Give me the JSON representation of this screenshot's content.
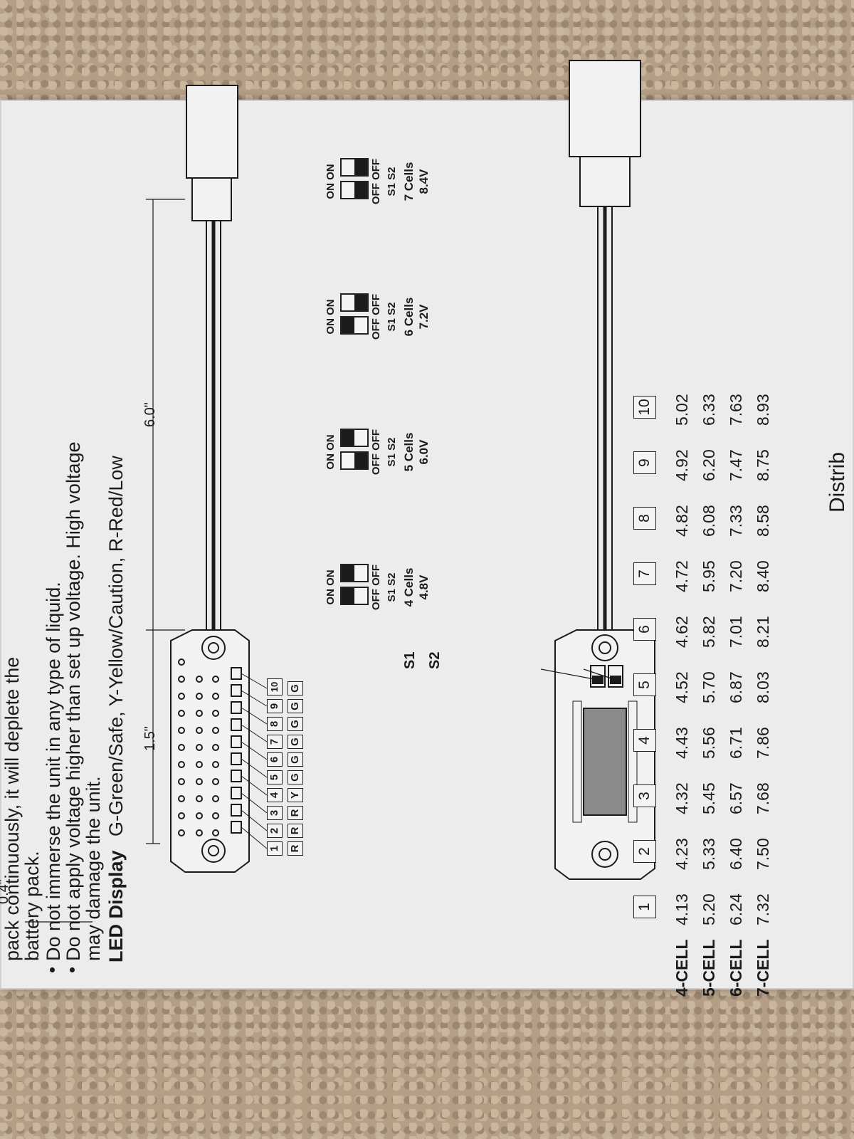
{
  "warnings": {
    "line0": "pack continuously, it will deplete the",
    "line1": "battery pack.",
    "line2": "Do not immerse the unit in any type of liquid.",
    "line3a": "Do not apply voltage higher than set up voltage. High voltage",
    "line3b": "may damage the unit."
  },
  "led_display": {
    "title": "LED Display",
    "legend": "G-Green/Safe, Y-Yellow/Caution, R-Red/Low"
  },
  "dimensions": {
    "width_short": "0.4\"",
    "led_length": "1.5\"",
    "total_length": "6.0\""
  },
  "leds": {
    "numbers": [
      "1",
      "2",
      "3",
      "4",
      "5",
      "6",
      "7",
      "8",
      "9",
      "10"
    ],
    "colors": [
      "R",
      "R",
      "R",
      "Y",
      "G",
      "G",
      "G",
      "G",
      "G",
      "G"
    ]
  },
  "switch_labels": {
    "s1": "S1",
    "s2": "S2"
  },
  "switch_configs": [
    {
      "on": "ON  ON",
      "off": "OFF OFF",
      "s": "S1  S2",
      "cells": "4 Cells",
      "volt": "4.8V",
      "s1_on": true,
      "s2_on": true
    },
    {
      "on": "ON  ON",
      "off": "OFF OFF",
      "s": "S1  S2",
      "cells": "5 Cells",
      "volt": "6.0V",
      "s1_on": false,
      "s2_on": true
    },
    {
      "on": "ON  ON",
      "off": "OFF OFF",
      "s": "S1  S2",
      "cells": "6 Cells",
      "volt": "7.2V",
      "s1_on": true,
      "s2_on": false
    },
    {
      "on": "ON  ON",
      "off": "OFF OFF",
      "s": "S1  S2",
      "cells": "7 Cells",
      "volt": "8.4V",
      "s1_on": false,
      "s2_on": false
    }
  ],
  "table": {
    "headers": [
      "1",
      "2",
      "3",
      "4",
      "5",
      "6",
      "7",
      "8",
      "9",
      "10"
    ],
    "rows": [
      {
        "label": "4-CELL",
        "values": [
          "4.13",
          "4.23",
          "4.32",
          "4.43",
          "4.52",
          "4.62",
          "4.72",
          "4.82",
          "4.92",
          "5.02"
        ]
      },
      {
        "label": "5-CELL",
        "values": [
          "5.20",
          "5.33",
          "5.45",
          "5.56",
          "5.70",
          "5.82",
          "5.95",
          "6.08",
          "6.20",
          "6.33"
        ]
      },
      {
        "label": "6-CELL",
        "values": [
          "6.24",
          "6.40",
          "6.57",
          "6.71",
          "6.87",
          "7.01",
          "7.20",
          "7.33",
          "7.47",
          "7.63"
        ]
      },
      {
        "label": "7-CELL",
        "values": [
          "7.32",
          "7.50",
          "7.68",
          "7.86",
          "8.03",
          "8.21",
          "8.40",
          "8.58",
          "8.75",
          "8.93"
        ]
      }
    ]
  },
  "footer_fragment": "Distrib"
}
